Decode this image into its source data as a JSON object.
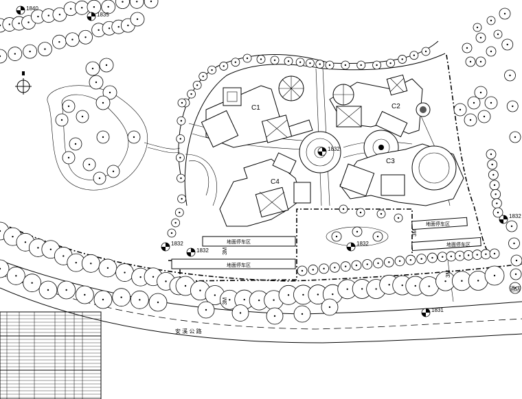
{
  "plan": {
    "buildings": [
      {
        "id": "c1",
        "label": "C1"
      },
      {
        "id": "c2",
        "label": "C2"
      },
      {
        "id": "c3",
        "label": "C3"
      },
      {
        "id": "c4",
        "label": "C4"
      }
    ],
    "elevations": [
      {
        "id": "e1840",
        "label": "1840"
      },
      {
        "id": "e1835",
        "label": "1835"
      },
      {
        "id": "e1832a",
        "label": "1832"
      },
      {
        "id": "e1832b",
        "label": "1832"
      },
      {
        "id": "e1832c",
        "label": "1832"
      },
      {
        "id": "e1832d",
        "label": "1832"
      },
      {
        "id": "e1832e",
        "label": "1832"
      },
      {
        "id": "e1831",
        "label": "1831"
      }
    ],
    "parking": [
      {
        "id": "p1",
        "label": "地面停车区"
      },
      {
        "id": "p2",
        "label": "地面停车区"
      },
      {
        "id": "p3",
        "label": "地面停车区"
      },
      {
        "id": "p4",
        "label": "地面停车区"
      }
    ],
    "road_name": "安 溪 公 路",
    "road_edge_label": "酒店",
    "dimensions": [
      "3M",
      "3M",
      "3M",
      "3M"
    ]
  }
}
